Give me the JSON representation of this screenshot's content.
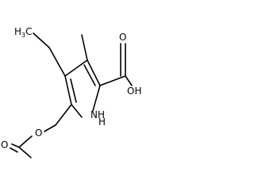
{
  "molecule": {
    "labels": {
      "h3c": "H",
      "h3c_sub": "3",
      "h3c_c": "C",
      "carboxyl_o": "O",
      "carboxyl_oh": "OH",
      "ring_nh": "NH",
      "ring_h": "H",
      "ester_o": "O",
      "carbonyl_o": "O"
    }
  }
}
